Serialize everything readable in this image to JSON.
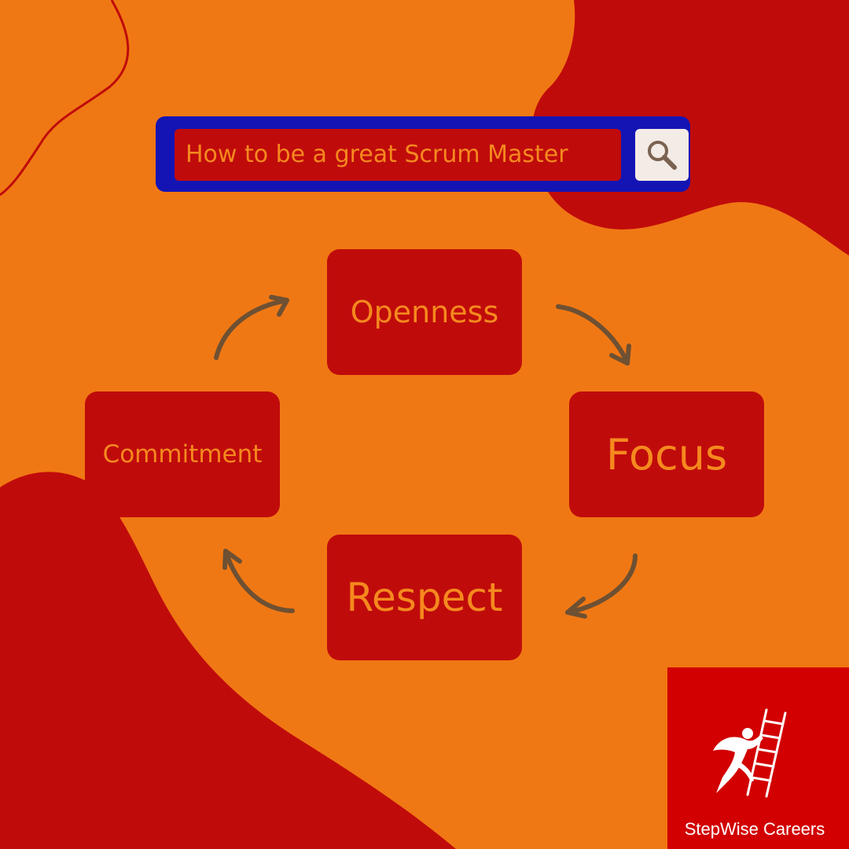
{
  "search": {
    "query": "How to be a great Scrum Master",
    "icon": "search-icon"
  },
  "scrum_values": [
    {
      "label": "Openness"
    },
    {
      "label": "Focus"
    },
    {
      "label": "Respect"
    },
    {
      "label": "Commitment"
    }
  ],
  "cycle_direction": "clockwise",
  "brand": {
    "name": "StepWise Careers",
    "logo": "person-climbing-ladder-icon"
  },
  "colors": {
    "background": "#f07814",
    "blob": "#c00b0b",
    "box": "#c00b0b",
    "box_text": "#f5891e",
    "searchbar": "#1414b4",
    "search_button": "#f3ebe5",
    "arrow": "#6e5032",
    "brand_bg": "#d20000"
  }
}
